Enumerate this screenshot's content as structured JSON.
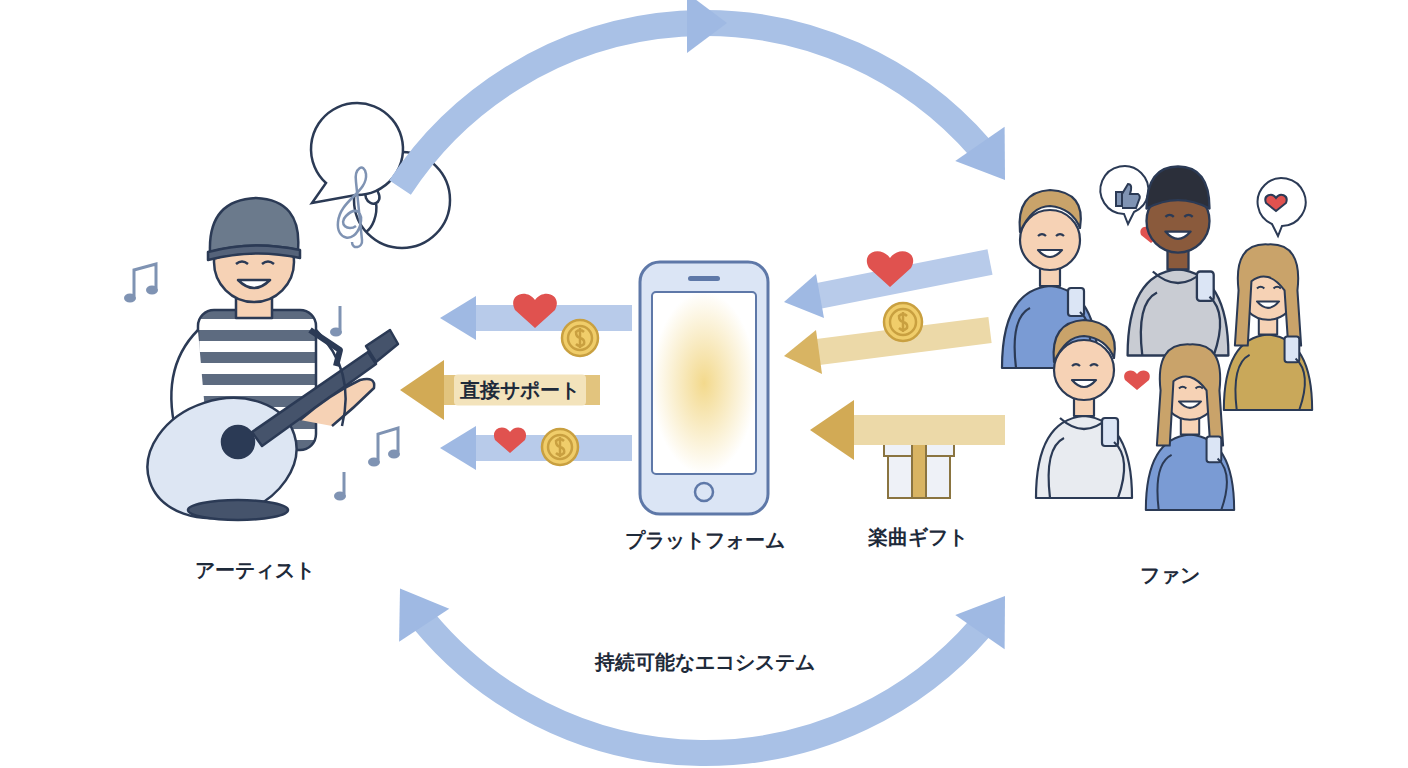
{
  "diagram": {
    "nodes": [
      {
        "text": [
          "アーティスト"
        ]
      },
      {
        "text": [
          "プラットフォーム"
        ]
      },
      {
        "text": [
          "ファン"
        ]
      }
    ],
    "edges": [
      {
        "from": 1,
        "to": 0,
        "label": "直接サポート",
        "arrow": "to"
      },
      {
        "from": 2,
        "to": 1,
        "label": "楽曲ギフト",
        "arrow": "to"
      },
      {
        "from": 0,
        "to": 2,
        "arrow": "to"
      },
      {
        "from": 0,
        "to": 2,
        "label": "持続可能なエコシステム",
        "arrow": "both"
      }
    ]
  }
}
